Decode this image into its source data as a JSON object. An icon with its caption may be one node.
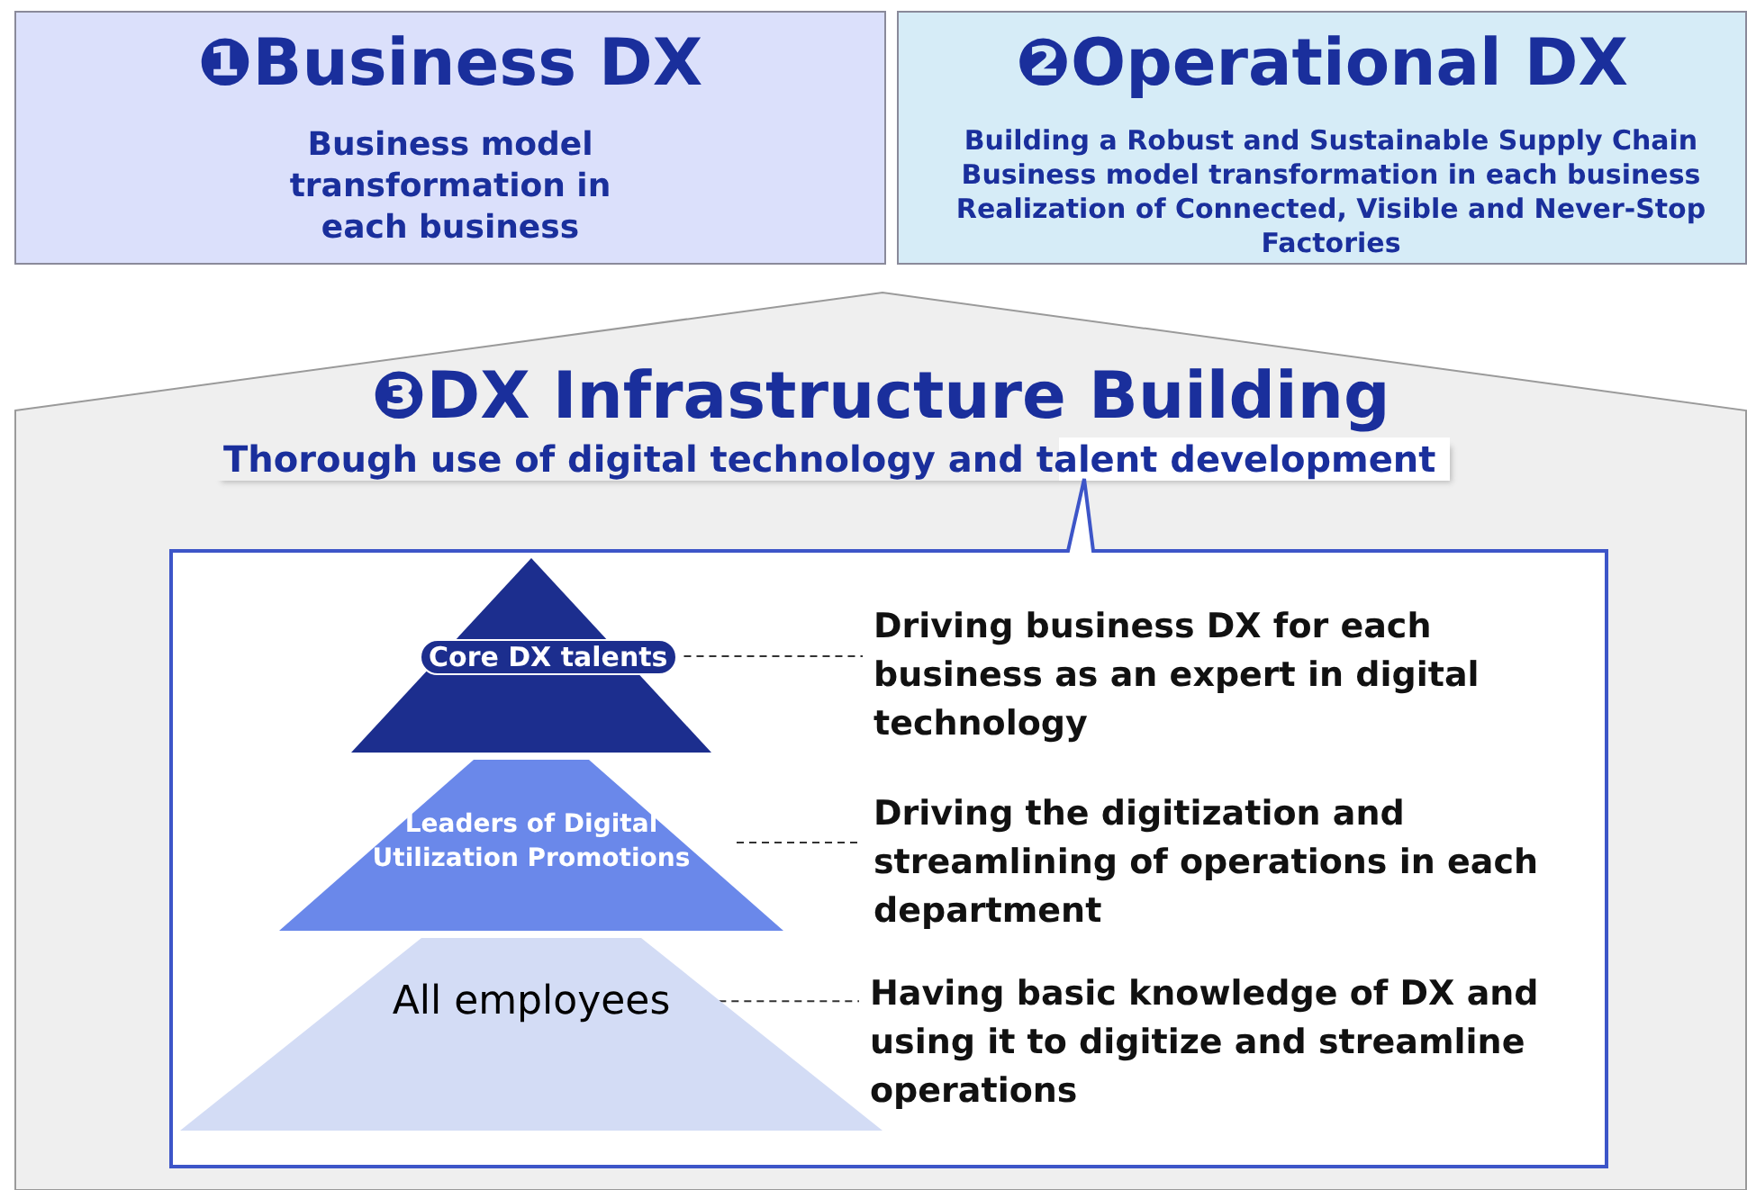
{
  "diagram": {
    "nodes": [
      {
        "text": [
          "❶Business DX",
          "Business model transformation in each business"
        ]
      },
      {
        "text": [
          "❷Operational DX",
          "Building a Robust and Sustainable Supply Chain Business model transformation in each business Realization of Connected, Visible and Never-Stop Factories"
        ]
      },
      {
        "text": [
          "❸DX Infrastructure Building",
          "Thorough use of digital technology and talent development"
        ]
      },
      {
        "text": [],
        "shape": "box",
        "in": 2
      },
      {
        "text": [
          "Core DX talents"
        ],
        "in": 3
      },
      {
        "text": [
          "Leaders of Digital Utilization Promotions"
        ],
        "in": 3
      },
      {
        "text": [
          "All employees"
        ],
        "in": 3
      },
      {
        "text": [
          "Driving business DX for each business as an expert in digital technology"
        ],
        "in": 3
      },
      {
        "text": [
          "Driving the digitization and streamlining of operations in each department"
        ],
        "in": 3
      },
      {
        "text": [
          "Having basic knowledge of DX and using it to digitize and streamline operations"
        ],
        "in": 3
      }
    ],
    "edges": [
      {
        "from": 4,
        "to": 7,
        "arrow": "none",
        "style": "dashed"
      },
      {
        "from": 5,
        "to": 8,
        "arrow": "none",
        "style": "dashed"
      },
      {
        "from": 6,
        "to": 9,
        "arrow": "none",
        "style": "dashed"
      }
    ]
  }
}
